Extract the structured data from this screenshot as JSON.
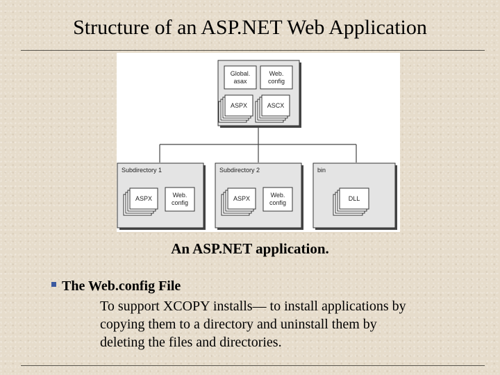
{
  "slide": {
    "title": "Structure of an ASP.NET Web Application",
    "caption": "An ASP.NET application.",
    "bullet": {
      "title": "The Web.config File",
      "lines": [
        "To support XCOPY installs— to install applications by",
        "copying them to a directory and uninstall them by",
        "deleting the files and directories."
      ]
    }
  },
  "diagram": {
    "root_folder": {
      "files": [
        {
          "line1": "Global.",
          "line2": "asax"
        },
        {
          "line1": "Web.",
          "line2": "config"
        }
      ],
      "stacks": [
        "ASPX",
        "ASCX"
      ]
    },
    "subfolders": [
      {
        "label": "Subdirectory 1",
        "stack": "ASPX",
        "file": {
          "line1": "Web.",
          "line2": "config"
        }
      },
      {
        "label": "Subdirectory 2",
        "stack": "ASPX",
        "file": {
          "line1": "Web.",
          "line2": "config"
        }
      },
      {
        "label": "bin",
        "stack": "DLL"
      }
    ]
  },
  "colors": {
    "background": "#e6dccb",
    "bullet_marker": "#3c5aa0",
    "folder_fill": "#e4e4e4",
    "file_fill": "#ffffff"
  }
}
